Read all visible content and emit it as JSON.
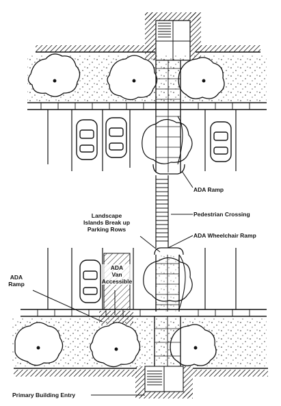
{
  "labels": {
    "ada_ramp": "ADA Ramp",
    "pedestrian_crossing": "Pedestrian Crossing",
    "landscape_islands": "Landscape\nIslands Break up\nParking Rows",
    "ada_wheelchair_ramp": "ADA Wheelchair Ramp",
    "ada_ramp_left": "ADA\nRamp",
    "ada_van_accessible": "ADA\nVan\nAccessible",
    "primary_building_entry": "Primary Building Entry"
  },
  "colors": {
    "ink": "#111111",
    "paper": "#ffffff"
  }
}
